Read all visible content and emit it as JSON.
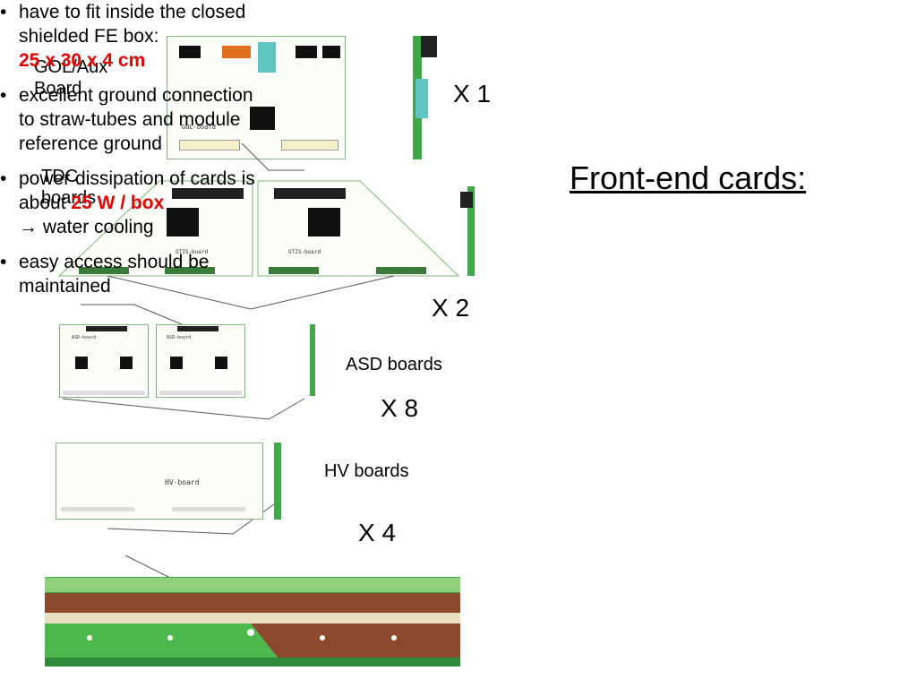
{
  "labels": {
    "gol": [
      "GOL/Aux",
      "Board"
    ],
    "tdc": [
      "TDC",
      "boards"
    ],
    "asd": "ASD boards",
    "hv": "HV boards"
  },
  "multipliers": {
    "gol": "X 1",
    "tdc": "X 2",
    "asd": "X 8",
    "hv": "X 4"
  },
  "board_texts": {
    "gol_board": "GOL-board",
    "tdc_board": "OTIS-board",
    "asd_board": "ASD-board",
    "hv_board": "HV-board"
  },
  "panel": {
    "title": "Front-end cards:",
    "bullets": [
      {
        "lines": [
          "have to fit inside the closed",
          "shielded FE box:"
        ],
        "highlight": "25 x 30 x 4 cm"
      },
      {
        "lines": [
          "excellent ground connection",
          "to straw-tubes and module",
          "reference ground"
        ]
      },
      {
        "lines": [
          "power dissipation of cards is"
        ],
        "inline_prefix": "about ",
        "inline_highlight": "25 W / box",
        "after": "→ water cooling"
      },
      {
        "lines": [
          "easy access should be",
          "maintained"
        ]
      }
    ]
  },
  "colors": {
    "highlight": "#e00000",
    "board_outline": "#7fb87a",
    "pcb_green": "#3fa84a",
    "pcb_brown": "#8b4a2c",
    "connector_orange": "#e07020",
    "connector_cyan": "#5fc7c0"
  }
}
